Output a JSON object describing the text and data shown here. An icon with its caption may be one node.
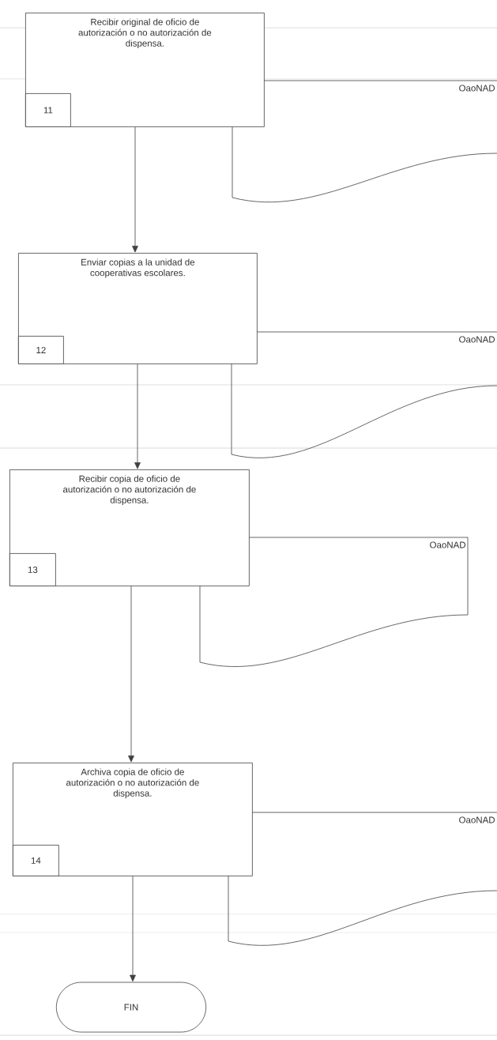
{
  "diagram": {
    "nodes": [
      {
        "text": [
          "Recibir original de oficio de autorización o no autorización de dispensa."
        ]
      },
      {
        "text": [
          "11"
        ],
        "in": 0
      },
      {
        "text": [
          "OaoNAD"
        ]
      },
      {
        "text": [
          "Enviar copias a la unidad de cooperativas escolares."
        ]
      },
      {
        "text": [
          "12"
        ],
        "in": 3
      },
      {
        "text": [
          "OaoNAD"
        ]
      },
      {
        "text": [
          "Recibir copia de oficio de autorización o no autorización de dispensa."
        ]
      },
      {
        "text": [
          "13"
        ],
        "in": 6
      },
      {
        "text": [
          "OaoNAD"
        ]
      },
      {
        "text": [
          "Archiva copia de oficio de autorización o no autorización de dispensa."
        ]
      },
      {
        "text": [
          "14"
        ],
        "in": 9
      },
      {
        "text": [
          "OaoNAD"
        ]
      },
      {
        "text": [
          "FIN"
        ]
      }
    ],
    "edges": [
      {
        "from": 0,
        "to": 3,
        "arrow": "to"
      },
      {
        "from": 3,
        "to": 6,
        "arrow": "to"
      },
      {
        "from": 6,
        "to": 9,
        "arrow": "to"
      },
      {
        "from": 9,
        "to": 12,
        "arrow": "to"
      }
    ]
  }
}
